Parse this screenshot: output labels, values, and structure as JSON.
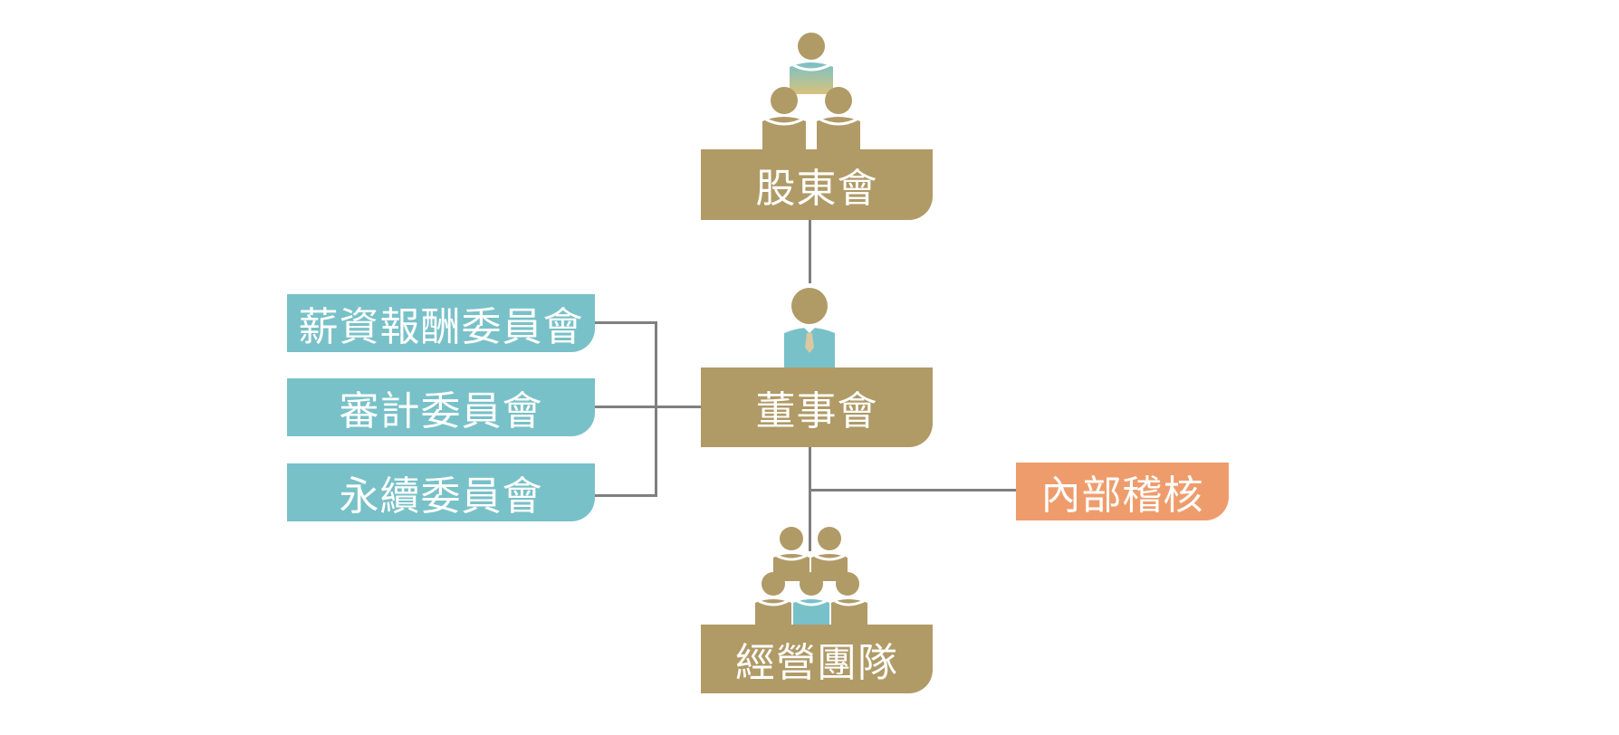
{
  "nodes": {
    "shareholders": "股東會",
    "board": "董事會",
    "management": "經營團隊",
    "compensation_committee": "薪資報酬委員會",
    "audit_committee": "審計委員會",
    "sustainability_committee": "永續委員會",
    "internal_audit": "內部稽核"
  },
  "colors": {
    "gold": "#b09a66",
    "teal": "#78c1c8",
    "orange": "#ef9c6c",
    "line": "#7f7f7f"
  },
  "icons": {
    "shareholders": "three-people-icon",
    "board": "chairman-icon",
    "management": "five-people-icon"
  }
}
